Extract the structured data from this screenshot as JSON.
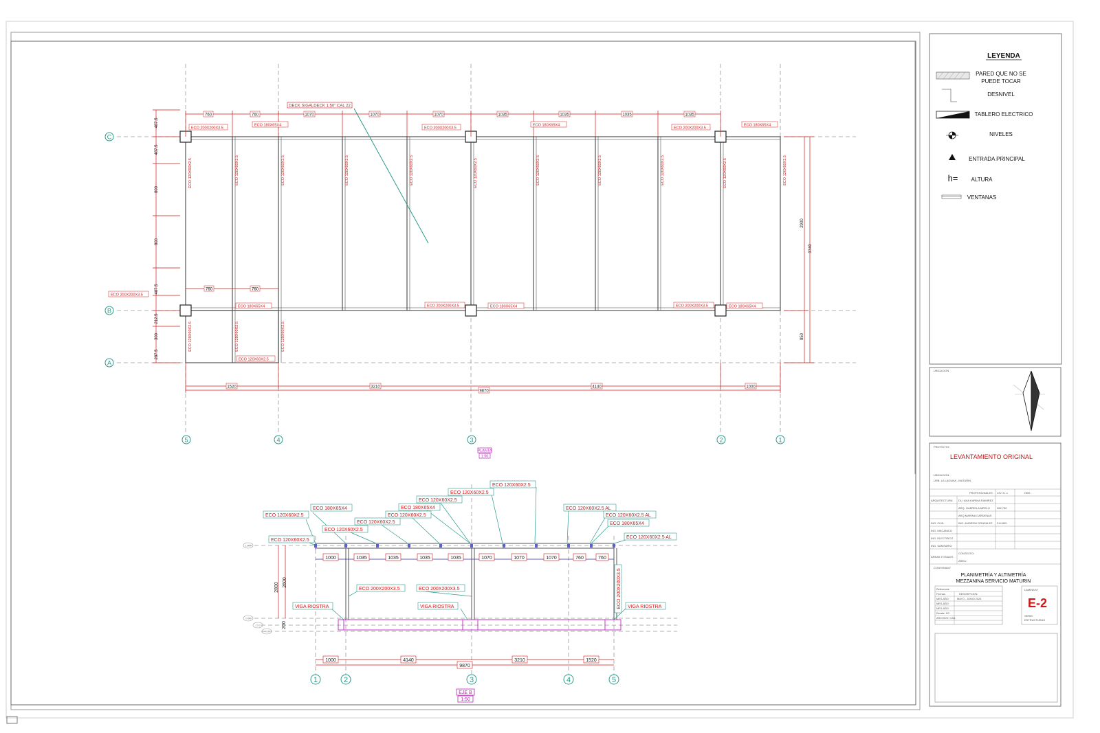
{
  "colors": {
    "grid": "#2a9a8c",
    "dim": "#d01818",
    "line": "#333333",
    "magenta": "#c020c0"
  },
  "legend": {
    "title": "LEYENDA",
    "items": {
      "wall_line1": "PARED QUE NO SE",
      "wall_line2": "PUEDE TOCAR",
      "desnivel": "DESNIVEL",
      "tablero": "TABLERO ELECTRICO",
      "niveles": "NIVELES",
      "entrada": "ENTRADA PRINCIPAL",
      "altura_symbol": "h=",
      "altura": "ALTURA",
      "ventanas": "VENTANAS"
    }
  },
  "ubicacion_label": "UBICACION",
  "title_block": {
    "proyecto_label": "PROYECTO:",
    "project_title": "LEVANTAMIENTO ORIGINAL",
    "ubicacion_label": "UBICACION:",
    "ubicacion_value": "URB. LA LAGUNA - MATURIN",
    "header_prof": "PROFESIONALES",
    "header_civ": "CIV. N. o",
    "header_obs": "OBS.",
    "rows": {
      "r1_role": "ARQUITECTURA",
      "r1_name": "DU. ANA KARINA RAMIREZ",
      "r2_name": "ARQ. GABRIELA MERLO",
      "r2_num": "262.732",
      "r3_name": "ARQ.MARINA CARDENAS",
      "r4_role": "ING. CIVIL",
      "r4_name": "ING. ANDREW GONZALEZ",
      "r4_num": "314.800",
      "r5_role": "ING. MECANICO",
      "r6_role": "ING. ELECTRICO",
      "r7_role": "ING. SANITARIO",
      "r8_role": "AREAS TOTALES",
      "r8a": "CONTEXTO:",
      "r8b": "AREA:"
    },
    "contenido_label": "CONTENIDO:",
    "contenido_line1": "PLANIMETRÍA Y ALTIMETRÍA",
    "contenido_line2": "MEZZANINA SERVICIO MATURIN",
    "ref_referencia": "Referencia:",
    "ref_fechas": "Fechas:",
    "ref_desc": "DESCRIPCION:",
    "ref_mes1": "MES-AÑO",
    "ref_mes1_val": "MAYO - JUNIO 2025",
    "ref_mes2": "MES-AÑO",
    "ref_mes3": "MES-AÑO",
    "ref_escala": "Escala: 1/0",
    "ref_archivo": "ARCHIVO: CAD.",
    "lamina_label": "LAMINA N°",
    "sheet_number": "E-2",
    "serie_label": "SERIE:",
    "serie_value": "ESTRUCTURAS"
  },
  "plan": {
    "axes_v": [
      "5",
      "4",
      "3",
      "2",
      "1"
    ],
    "axes_h": [
      "C",
      "B",
      "A"
    ],
    "deck_label": "DECK SIGALDECK 1.50\" CAL 22",
    "top_dims": [
      "760",
      "760",
      "1070",
      "1070",
      "1070",
      "1035",
      "1035",
      "1035",
      "1035"
    ],
    "left_dims": [
      "487.5",
      "487.5",
      "800",
      "800",
      "487.5",
      "212.5",
      "300",
      "287.5"
    ],
    "right_dims": [
      "2900",
      "3740",
      "850"
    ],
    "bottom_dims": [
      "1520",
      "3210",
      "9870",
      "4140",
      "1000"
    ],
    "mid_dims": [
      "760",
      "760"
    ],
    "beam_labels": {
      "c200": "ECO 200X200X3.5",
      "v180": "ECO 180X65X4",
      "v120": "ECO 120X60X2.5"
    },
    "title_label": "PLANTA",
    "scale_label": "1:50"
  },
  "elevation": {
    "axes": [
      "1",
      "2",
      "3",
      "4",
      "5"
    ],
    "top_dims": [
      "1000",
      "1035",
      "1035",
      "1035",
      "1035",
      "1070",
      "1070",
      "1070",
      "760",
      "760"
    ],
    "bottom_dims": [
      "1000",
      "4140",
      "3210",
      "1520",
      "9870"
    ],
    "left_dims": [
      "2800",
      "2600",
      "200"
    ],
    "levels": [
      "2.800",
      "0.00",
      "-200",
      "-400"
    ],
    "labels": {
      "l1": "ECO 120X60X2.5",
      "l2": "ECO 180X65X4",
      "l3": "ECO 120X60X2.5",
      "l4": "ECO 120X60X2.5",
      "l5": "ECO 120X60X2.5",
      "l6": "ECO 120X60X2.5",
      "l7": "ECO 180X65X4",
      "l8": "ECO 120X60X2.5",
      "l9": "ECO 120X60X2.5",
      "l10": "ECO 120X60X2.5",
      "l11": "ECO 120X60X2.5 AL",
      "l12": "ECO 120X60X2.5 AL",
      "l13": "ECO 180X65X4",
      "l14": "ECO 120X60X2.5 AL",
      "c1": "ECO 200X200X3.5",
      "c2": "ECO 200X200X3.5",
      "c3": "ECO 200X200X3.5",
      "viga": "VIGA RIOSTRA"
    },
    "title_label": "EJE B",
    "scale_label": "1:50"
  }
}
